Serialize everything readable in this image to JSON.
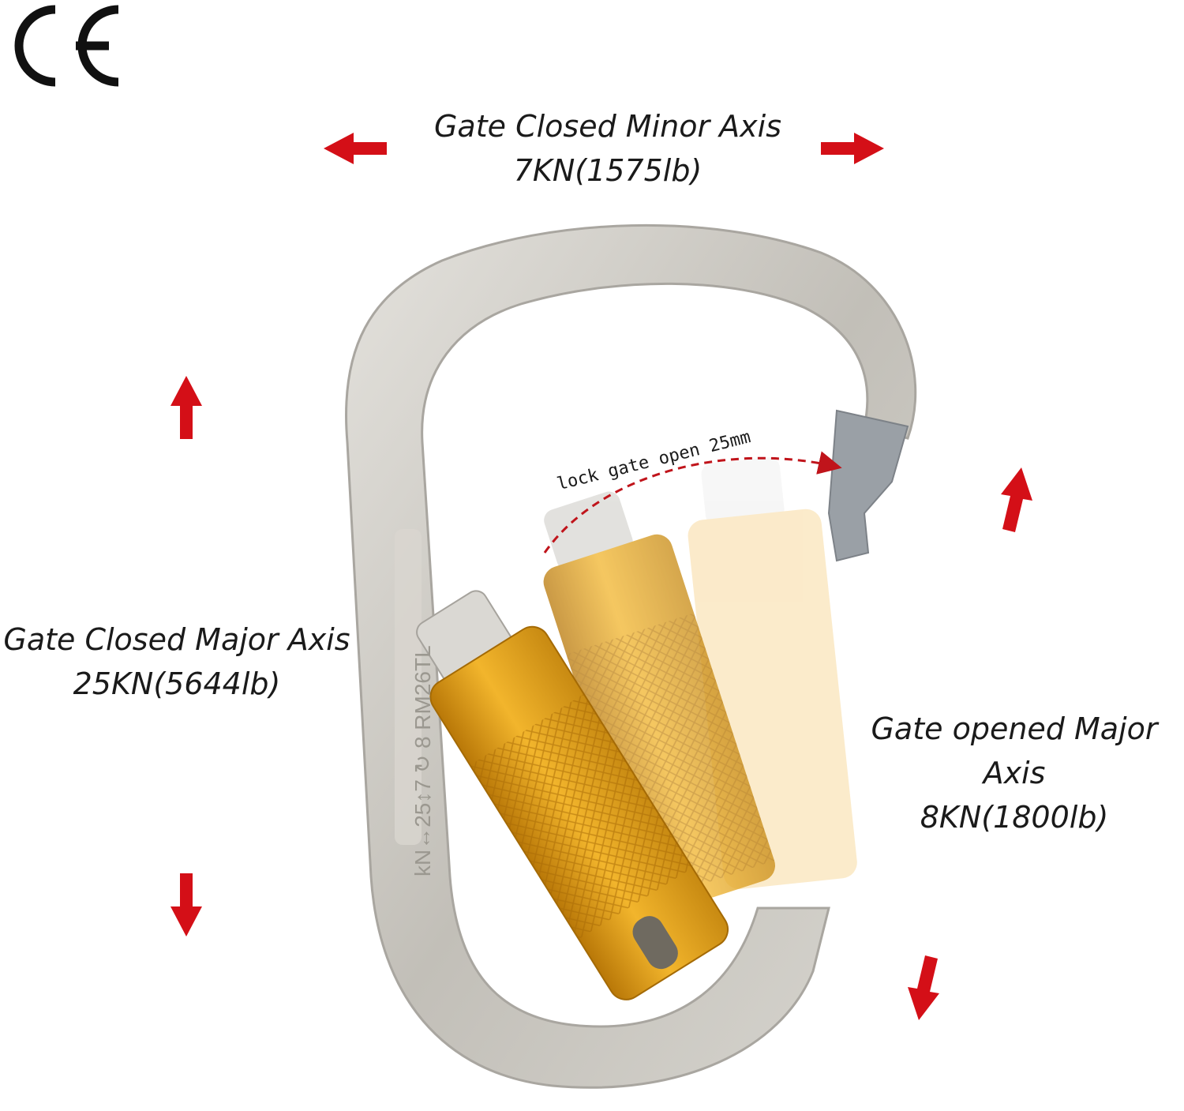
{
  "logo": {
    "text": "CE"
  },
  "labels": {
    "minor_axis": {
      "title": "Gate Closed Minor Axis",
      "value": "7KN(1575lb)"
    },
    "major_axis": {
      "title": "Gate Closed Major Axis",
      "value": "25KN(5644lb)"
    },
    "open_axis": {
      "title": "Gate opened Major Axis",
      "value": "8KN(1800lb)"
    },
    "gate_opening": "lock gate open 25mm"
  },
  "spine_marking": "kN↔25↕7 ↻ 8 RM26TL",
  "colors": {
    "arrow": "#d40f17",
    "metal": "#c9c6c0",
    "gate": "#e3a21a",
    "text": "#1a1a1a"
  }
}
